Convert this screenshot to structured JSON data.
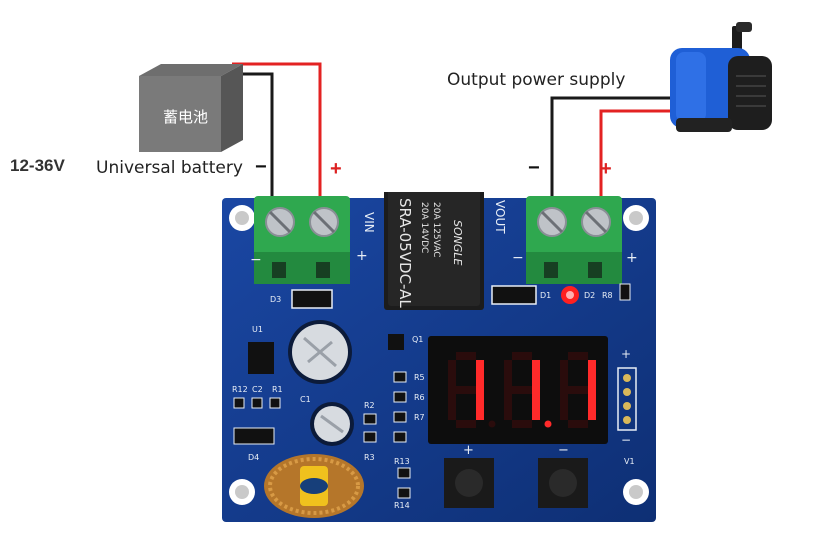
{
  "labels": {
    "voltage_range": "12-36V",
    "universal_battery": "Universal battery",
    "battery_minus": "−",
    "battery_plus": "+",
    "output_power_supply": "Output power supply",
    "output_minus": "−",
    "output_plus": "+",
    "battery_text": "蓄电池"
  },
  "board": {
    "vin": "VIN",
    "vout": "VOUT",
    "vin_minus": "−",
    "vin_plus": "+",
    "vout_minus": "−",
    "vout_plus": "+",
    "relay_line1": "SRA-05VDC-AL",
    "relay_line2": "20A 14VDC",
    "relay_line3": "20A 125VAC",
    "relay_brand": "SONGLE",
    "display_digits": [
      "1",
      "1",
      "1"
    ],
    "silkscreen": {
      "u1": "U1",
      "r12": "R12",
      "c2": "C2",
      "r1": "R1",
      "d3": "D3",
      "d4": "D4",
      "c1": "C1",
      "r2": "R2",
      "r3": "R3",
      "q1": "Q1",
      "d1": "D1",
      "d2": "D2",
      "r8": "R8",
      "r13": "R13",
      "r14": "R14",
      "v1": "V1",
      "r5": "R5",
      "r6": "R6",
      "r7": "R7",
      "btn_plus": "+",
      "btn_minus": "−",
      "header_plus": "+",
      "header_minus": "−"
    }
  },
  "colors": {
    "pcb": "#123a8c",
    "terminal": "#2fa84f",
    "led_segment": "#ff2a2a",
    "wire_red": "#e32222",
    "wire_black": "#1a1a1a",
    "pump_blue": "#1f5fd6"
  }
}
